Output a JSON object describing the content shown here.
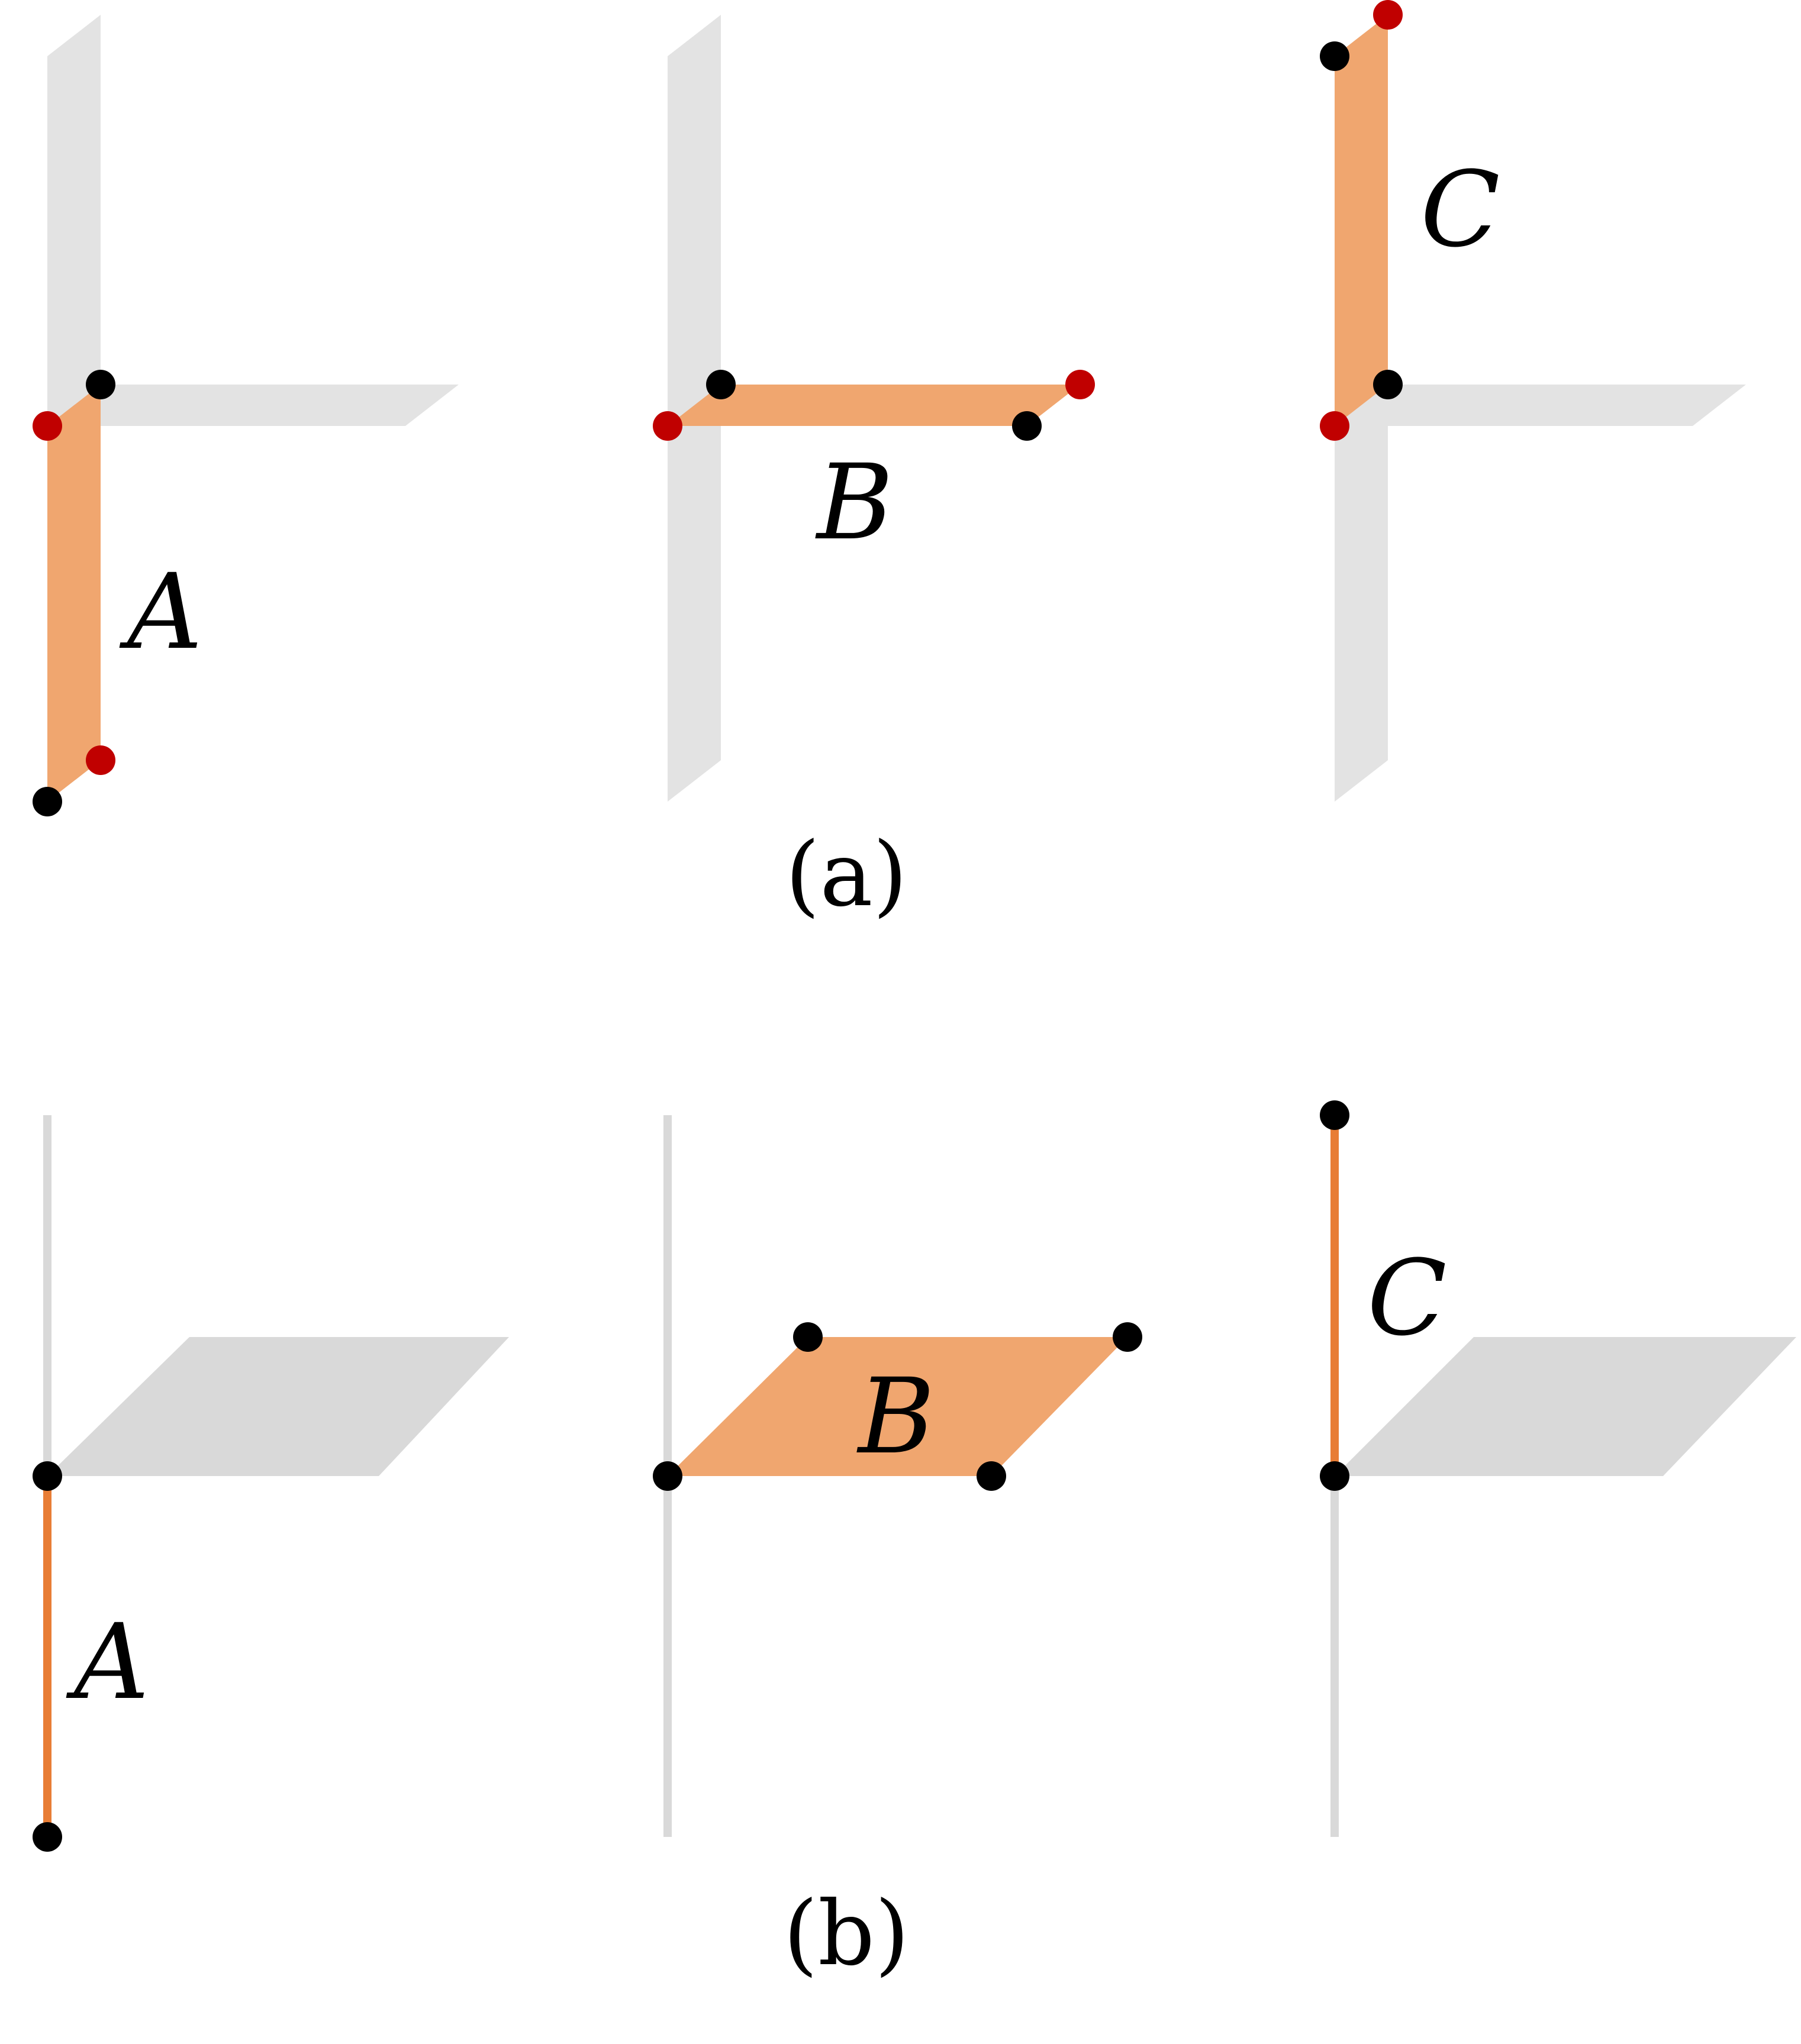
{
  "labels": {
    "a_A": "A",
    "a_B": "B",
    "a_C": "C",
    "b_A": "A",
    "b_B": "B",
    "b_C": "C"
  },
  "captions": {
    "a": "(a)",
    "b": "(b)"
  },
  "colors": {
    "background": "#ffffff",
    "gray_plane": "#e3e3e3",
    "gray_line": "#d9d9d9",
    "orange_fill": "#f0a66f",
    "orange_line": "#e87d35",
    "black_dot": "#000000",
    "red_dot": "#c00000"
  }
}
